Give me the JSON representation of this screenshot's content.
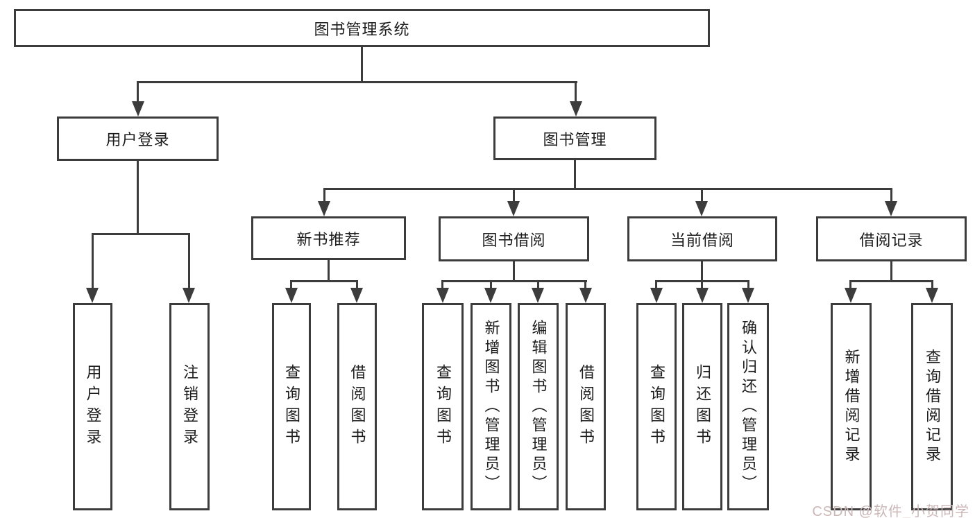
{
  "diagram": {
    "root": {
      "label": "图书管理系统"
    },
    "level2": [
      {
        "label": "用户登录"
      },
      {
        "label": "图书管理"
      }
    ],
    "level3": [
      {
        "label": "新书推荐"
      },
      {
        "label": "图书借阅"
      },
      {
        "label": "当前借阅"
      },
      {
        "label": "借阅记录"
      }
    ],
    "leaves": {
      "user_login": [
        "用户登录",
        "注销登录"
      ],
      "new_rec": [
        "查询图书",
        "借阅图书"
      ],
      "book_borrow": [
        "查询图书",
        "新增图书（管理员）",
        "编辑图书（管理员）",
        "借阅图书"
      ],
      "current_borrow": [
        "查询图书",
        "归还图书",
        "确认归还（管理员）"
      ],
      "borrow_records": [
        "新增借阅记录",
        "查询借阅记录"
      ]
    }
  },
  "watermark": {
    "text": "CSDN @软件_小贺同学"
  },
  "colors": {
    "line": "#3c3c3c",
    "text": "#1c1c1c",
    "watermark": "#ccb7b7"
  }
}
